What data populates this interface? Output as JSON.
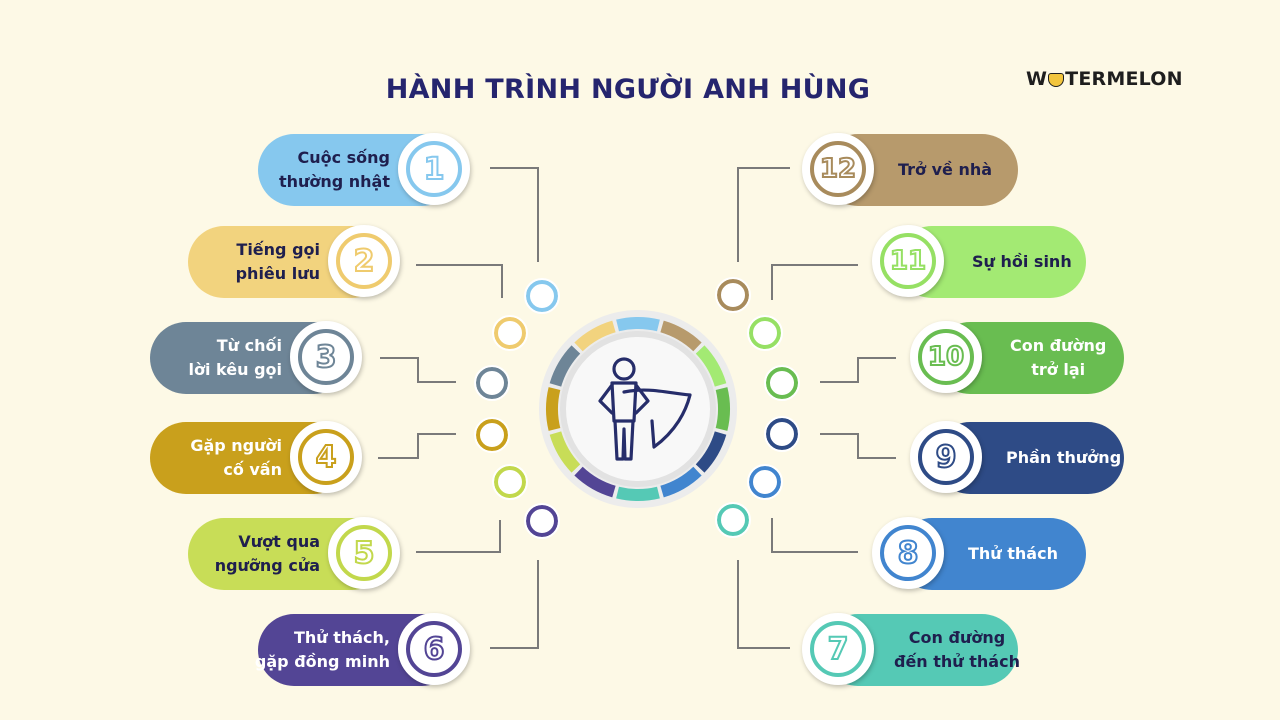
{
  "title": "HÀNH TRÌNH NGƯỜI ANH HÙNG",
  "logo": {
    "pre": "W",
    "post": "TERMELON",
    "icon": "watermelon-slice-icon"
  },
  "center_icon": "superhero-with-cape-icon",
  "steps": [
    {
      "num": "1",
      "lines": [
        "Cuộc sống",
        "thường nhật"
      ],
      "color": "#86C8EE",
      "ring": "#86C8EE",
      "text_dark": true
    },
    {
      "num": "2",
      "lines": [
        "Tiếng gọi",
        "phiêu lưu"
      ],
      "color": "#F2D37E",
      "ring": "#EFCB6E",
      "text_dark": true
    },
    {
      "num": "3",
      "lines": [
        "Từ chối",
        "lời kêu gọi"
      ],
      "color": "#6E8597",
      "ring": "#6E8597",
      "text_dark": false
    },
    {
      "num": "4",
      "lines": [
        "Gặp người",
        "cố vấn"
      ],
      "color": "#C9A01C",
      "ring": "#C9A01C",
      "text_dark": false
    },
    {
      "num": "5",
      "lines": [
        "Vượt qua",
        "ngưỡng cửa"
      ],
      "color": "#C8DD57",
      "ring": "#C2D84C",
      "text_dark": true
    },
    {
      "num": "6",
      "lines": [
        "Thử thách,",
        "gặp đồng minh"
      ],
      "color": "#534595",
      "ring": "#534595",
      "text_dark": false
    },
    {
      "num": "7",
      "lines": [
        "Con đường",
        "đến thử thách"
      ],
      "color": "#55C9B5",
      "ring": "#55C9B5",
      "text_dark": true
    },
    {
      "num": "8",
      "lines": [
        "Thử thách"
      ],
      "color": "#4185CF",
      "ring": "#4185CF",
      "text_dark": false
    },
    {
      "num": "9",
      "lines": [
        "Phần thưởng"
      ],
      "color": "#2E4B86",
      "ring": "#2E4B86",
      "text_dark": false
    },
    {
      "num": "10",
      "lines": [
        "Con đường",
        "trở lại"
      ],
      "color": "#69BD51",
      "ring": "#69BD51",
      "text_dark": false
    },
    {
      "num": "11",
      "lines": [
        "Sự hồi sinh"
      ],
      "color": "#A3EA73",
      "ring": "#96E064",
      "text_dark": true
    },
    {
      "num": "12",
      "lines": [
        "Trở về nhà"
      ],
      "color": "#B79A6C",
      "ring": "#A88B5C",
      "text_dark": true
    }
  ]
}
